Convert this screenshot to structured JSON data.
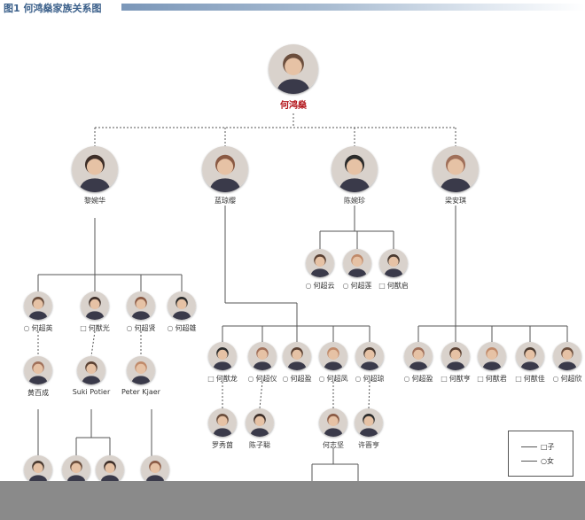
{
  "title": "图1 何鸿燊家族关系图",
  "colors": {
    "accent": "#3a5f8a",
    "root": "#b3151b",
    "line": "#555555",
    "band": "#8a8a8a"
  },
  "root": {
    "name": "何鸿燊"
  },
  "wives": [
    {
      "name": "黎婉华"
    },
    {
      "name": "蓝琼缨"
    },
    {
      "name": "陈婉珍"
    },
    {
      "name": "梁安琪"
    }
  ],
  "children": {
    "chen": [
      {
        "name": "何超云",
        "marker": "○"
      },
      {
        "name": "何超莲",
        "marker": "○"
      },
      {
        "name": "何猷启",
        "marker": "□"
      }
    ],
    "li": [
      {
        "name": "何超英",
        "marker": "○"
      },
      {
        "name": "何猷光",
        "marker": "□"
      },
      {
        "name": "何超贤",
        "marker": "○"
      },
      {
        "name": "何超雄",
        "marker": "○"
      }
    ],
    "lan": [
      {
        "name": "何猷龙",
        "marker": "□"
      },
      {
        "name": "何超仪",
        "marker": "○"
      },
      {
        "name": "何超盈",
        "marker": "○"
      },
      {
        "name": "何超凤",
        "marker": "○"
      },
      {
        "name": "何超琼",
        "marker": "○"
      }
    ],
    "liang": [
      {
        "name": "何超盈",
        "marker": "○"
      },
      {
        "name": "何猷亨",
        "marker": "□"
      },
      {
        "name": "何猷君",
        "marker": "□"
      },
      {
        "name": "何猷佳",
        "marker": "□"
      },
      {
        "name": "何超欣",
        "marker": "○"
      }
    ]
  },
  "spouses": {
    "li": [
      {
        "name": "黄百成"
      },
      {
        "name": "Suki Potier"
      },
      {
        "name": "Peter Kjaer"
      }
    ],
    "lan": [
      {
        "name": "罗秀茵"
      },
      {
        "name": "陈子聪"
      },
      {
        "name": "何志坚"
      },
      {
        "name": "许晋亨"
      }
    ]
  },
  "legend": {
    "son": "□子",
    "daughter": "○女"
  },
  "icons": {
    "person": "person-portrait-icon"
  }
}
